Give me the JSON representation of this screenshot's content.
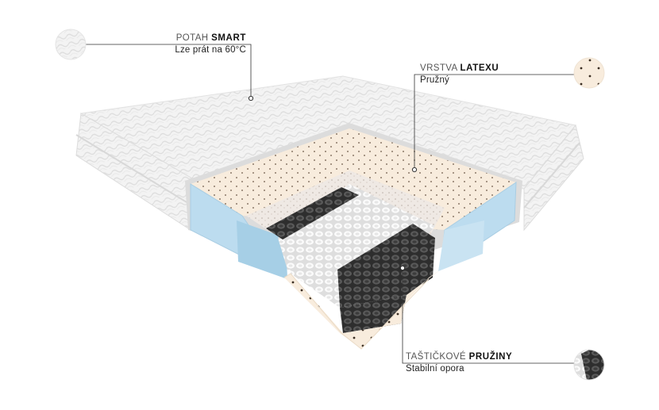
{
  "callouts": {
    "cover": {
      "prefix": "POTAH",
      "strong": "SMART",
      "sub": "Lze prát na 60°C",
      "swatch": "quilt-swatch-icon"
    },
    "latex": {
      "prefix": "VRSTVA",
      "strong": "LATEXU",
      "sub": "Pružný",
      "swatch": "latex-swatch-icon"
    },
    "springs": {
      "prefix": "TAŠTIČKOVÉ",
      "strong": "PRUŽINY",
      "sub": "Stabilní opora",
      "swatch": "spring-swatch-icon"
    }
  },
  "colors": {
    "cover": "#f1f1f1",
    "latex": "#f7ebdc",
    "foam": "#bcdcef",
    "springs_dark": "#3a3a3a",
    "springs_light": "#f4f4f4",
    "line": "#333333"
  }
}
